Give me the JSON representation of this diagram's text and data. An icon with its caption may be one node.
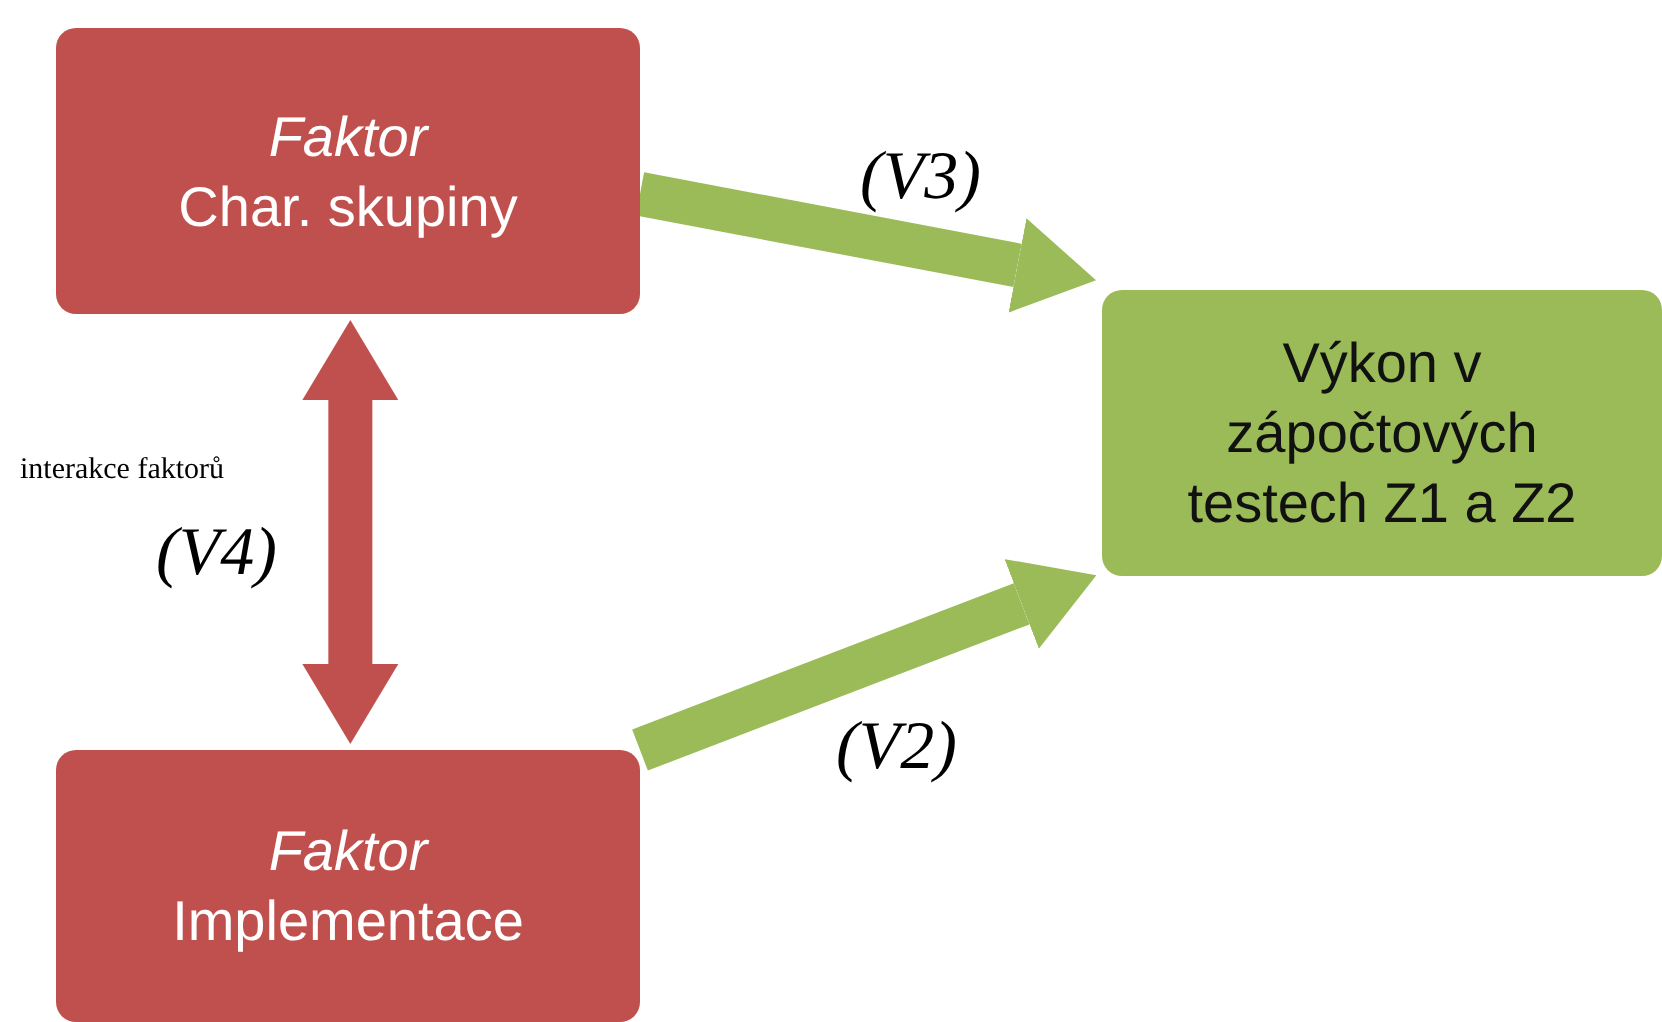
{
  "diagram": {
    "nodes": [
      {
        "text": [
          "Faktor",
          "Char. skupiny"
        ]
      },
      {
        "text": [
          "Faktor",
          "Implementace"
        ]
      },
      {
        "text": [
          "Výkon v zápočtových testech Z1 a Z2"
        ]
      }
    ],
    "edges": [
      {
        "from": 0,
        "to": 2,
        "arrow": "to",
        "label": "(V3)"
      },
      {
        "from": 1,
        "to": 2,
        "arrow": "to",
        "label": "(V2)"
      },
      {
        "from": 0,
        "to": 1,
        "arrow": "both",
        "label": "(V4)",
        "color": "#c0504d"
      }
    ],
    "labels": [
      "interakce faktorů"
    ]
  }
}
